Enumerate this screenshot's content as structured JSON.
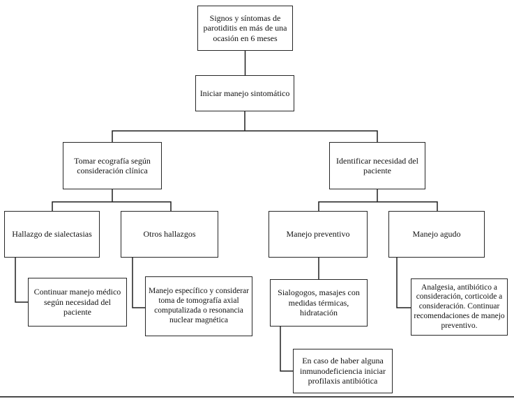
{
  "page": {
    "background_color": "#ffffff",
    "line_color": "#1f1f1f",
    "footer_rule_color": "#494949"
  },
  "flowchart": {
    "nodes": {
      "symptoms": {
        "label": "Signos y síntomas de parotiditis en más de una ocasión en 6 meses"
      },
      "symptomatic": {
        "label": "Iniciar manejo sintomático"
      },
      "ultrasound": {
        "label": "Tomar ecografía según consideración clínica"
      },
      "identify_need": {
        "label": "Identificar necesidad del paciente"
      },
      "sialectasis": {
        "label": "Hallazgo de sialectasias"
      },
      "other_findings": {
        "label": "Otros hallazgos"
      },
      "preventive": {
        "label": "Manejo preventivo"
      },
      "acute": {
        "label": "Manejo agudo"
      },
      "continue_medical": {
        "label": "Continuar manejo médico según necesidad del paciente"
      },
      "specific": {
        "label": "Manejo específico y considerar toma de tomografía axial computalizada o resonancia nuclear magnética"
      },
      "sialogogues": {
        "label": "Sialogogos, masajes con medidas térmicas, hidratación"
      },
      "analgesia": {
        "label": "Analgesia, antibiótico a consideración, corticoide a consideración. Continuar recomendaciones de manejo preventivo."
      },
      "immunodeficiency": {
        "label": "En caso de haber alguna inmunodeficiencia iniciar profilaxis antibiótica"
      }
    },
    "edges": [
      {
        "from": "symptoms",
        "to": "symptomatic"
      },
      {
        "from": "symptomatic",
        "to": "ultrasound"
      },
      {
        "from": "symptomatic",
        "to": "identify_need"
      },
      {
        "from": "ultrasound",
        "to": "sialectasis"
      },
      {
        "from": "ultrasound",
        "to": "other_findings"
      },
      {
        "from": "identify_need",
        "to": "preventive"
      },
      {
        "from": "identify_need",
        "to": "acute"
      },
      {
        "from": "sialectasis",
        "to": "continue_medical"
      },
      {
        "from": "other_findings",
        "to": "specific"
      },
      {
        "from": "preventive",
        "to": "sialogogues"
      },
      {
        "from": "acute",
        "to": "analgesia"
      },
      {
        "from": "sialogogues",
        "to": "immunodeficiency"
      }
    ]
  }
}
